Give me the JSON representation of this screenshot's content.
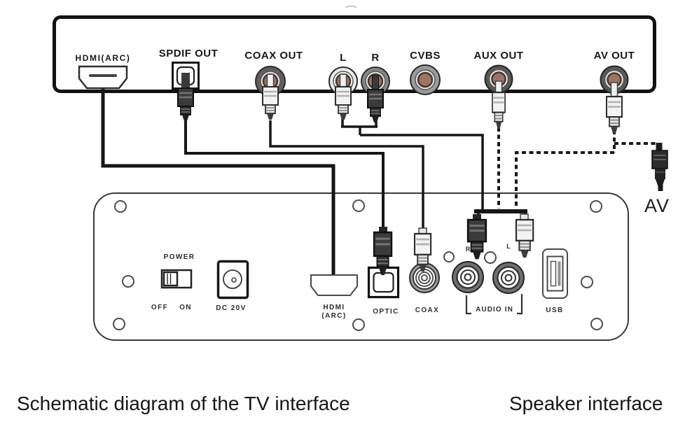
{
  "colors": {
    "ink": "#1a1a1a",
    "rca_center": "#9c7364",
    "caption_text": "#161616"
  },
  "tv": {
    "ports": {
      "hdmi": "HDMI(ARC)",
      "spdif": "SPDIF OUT",
      "coax": "COAX OUT",
      "left": "L",
      "right": "R",
      "cvbs": "CVBS",
      "aux": "AUX OUT",
      "av": "AV OUT"
    }
  },
  "speaker": {
    "power": "POWER",
    "off": "OFF",
    "on": "ON",
    "dc": "DC 20V",
    "hdmi1": "HDMI",
    "hdmi2": "(ARC)",
    "optic": "OPTIC",
    "coax": "COAX",
    "audio_r": "R",
    "audio_l": "L",
    "audio_in": "AUDIO IN",
    "usb": "USB"
  },
  "external": {
    "av_plug": "AV"
  },
  "captions": {
    "tv": "Schematic diagram of the TV interface",
    "speaker": "Speaker interface"
  }
}
